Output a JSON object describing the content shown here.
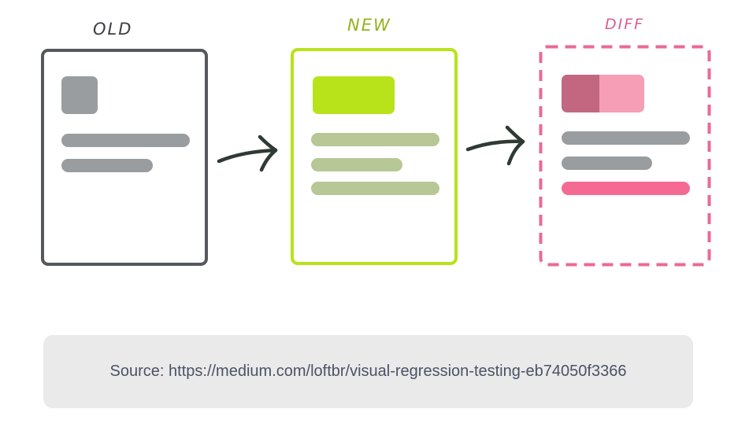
{
  "labels": {
    "old": "OLD",
    "new": "NEW",
    "diff": "DIFF"
  },
  "source": {
    "text": "Source: https://medium.com/loftbr/visual-regression-testing-eb74050f3366"
  },
  "colors": {
    "old_border": "#55585c",
    "old_label": "#3b3e42",
    "new_border": "#b8e31a",
    "new_label": "#93b21c",
    "new_block": "#b8e31a",
    "new_bar": "#b7c795",
    "diff_border": "#ea6a93",
    "diff_label": "#d4608c",
    "diff_block_dark": "#c2677f",
    "diff_block_light": "#f59eb5",
    "diff_bar_highlight": "#f56a92",
    "gray_element": "#9a9d9f",
    "arrow": "#2f3a34"
  }
}
